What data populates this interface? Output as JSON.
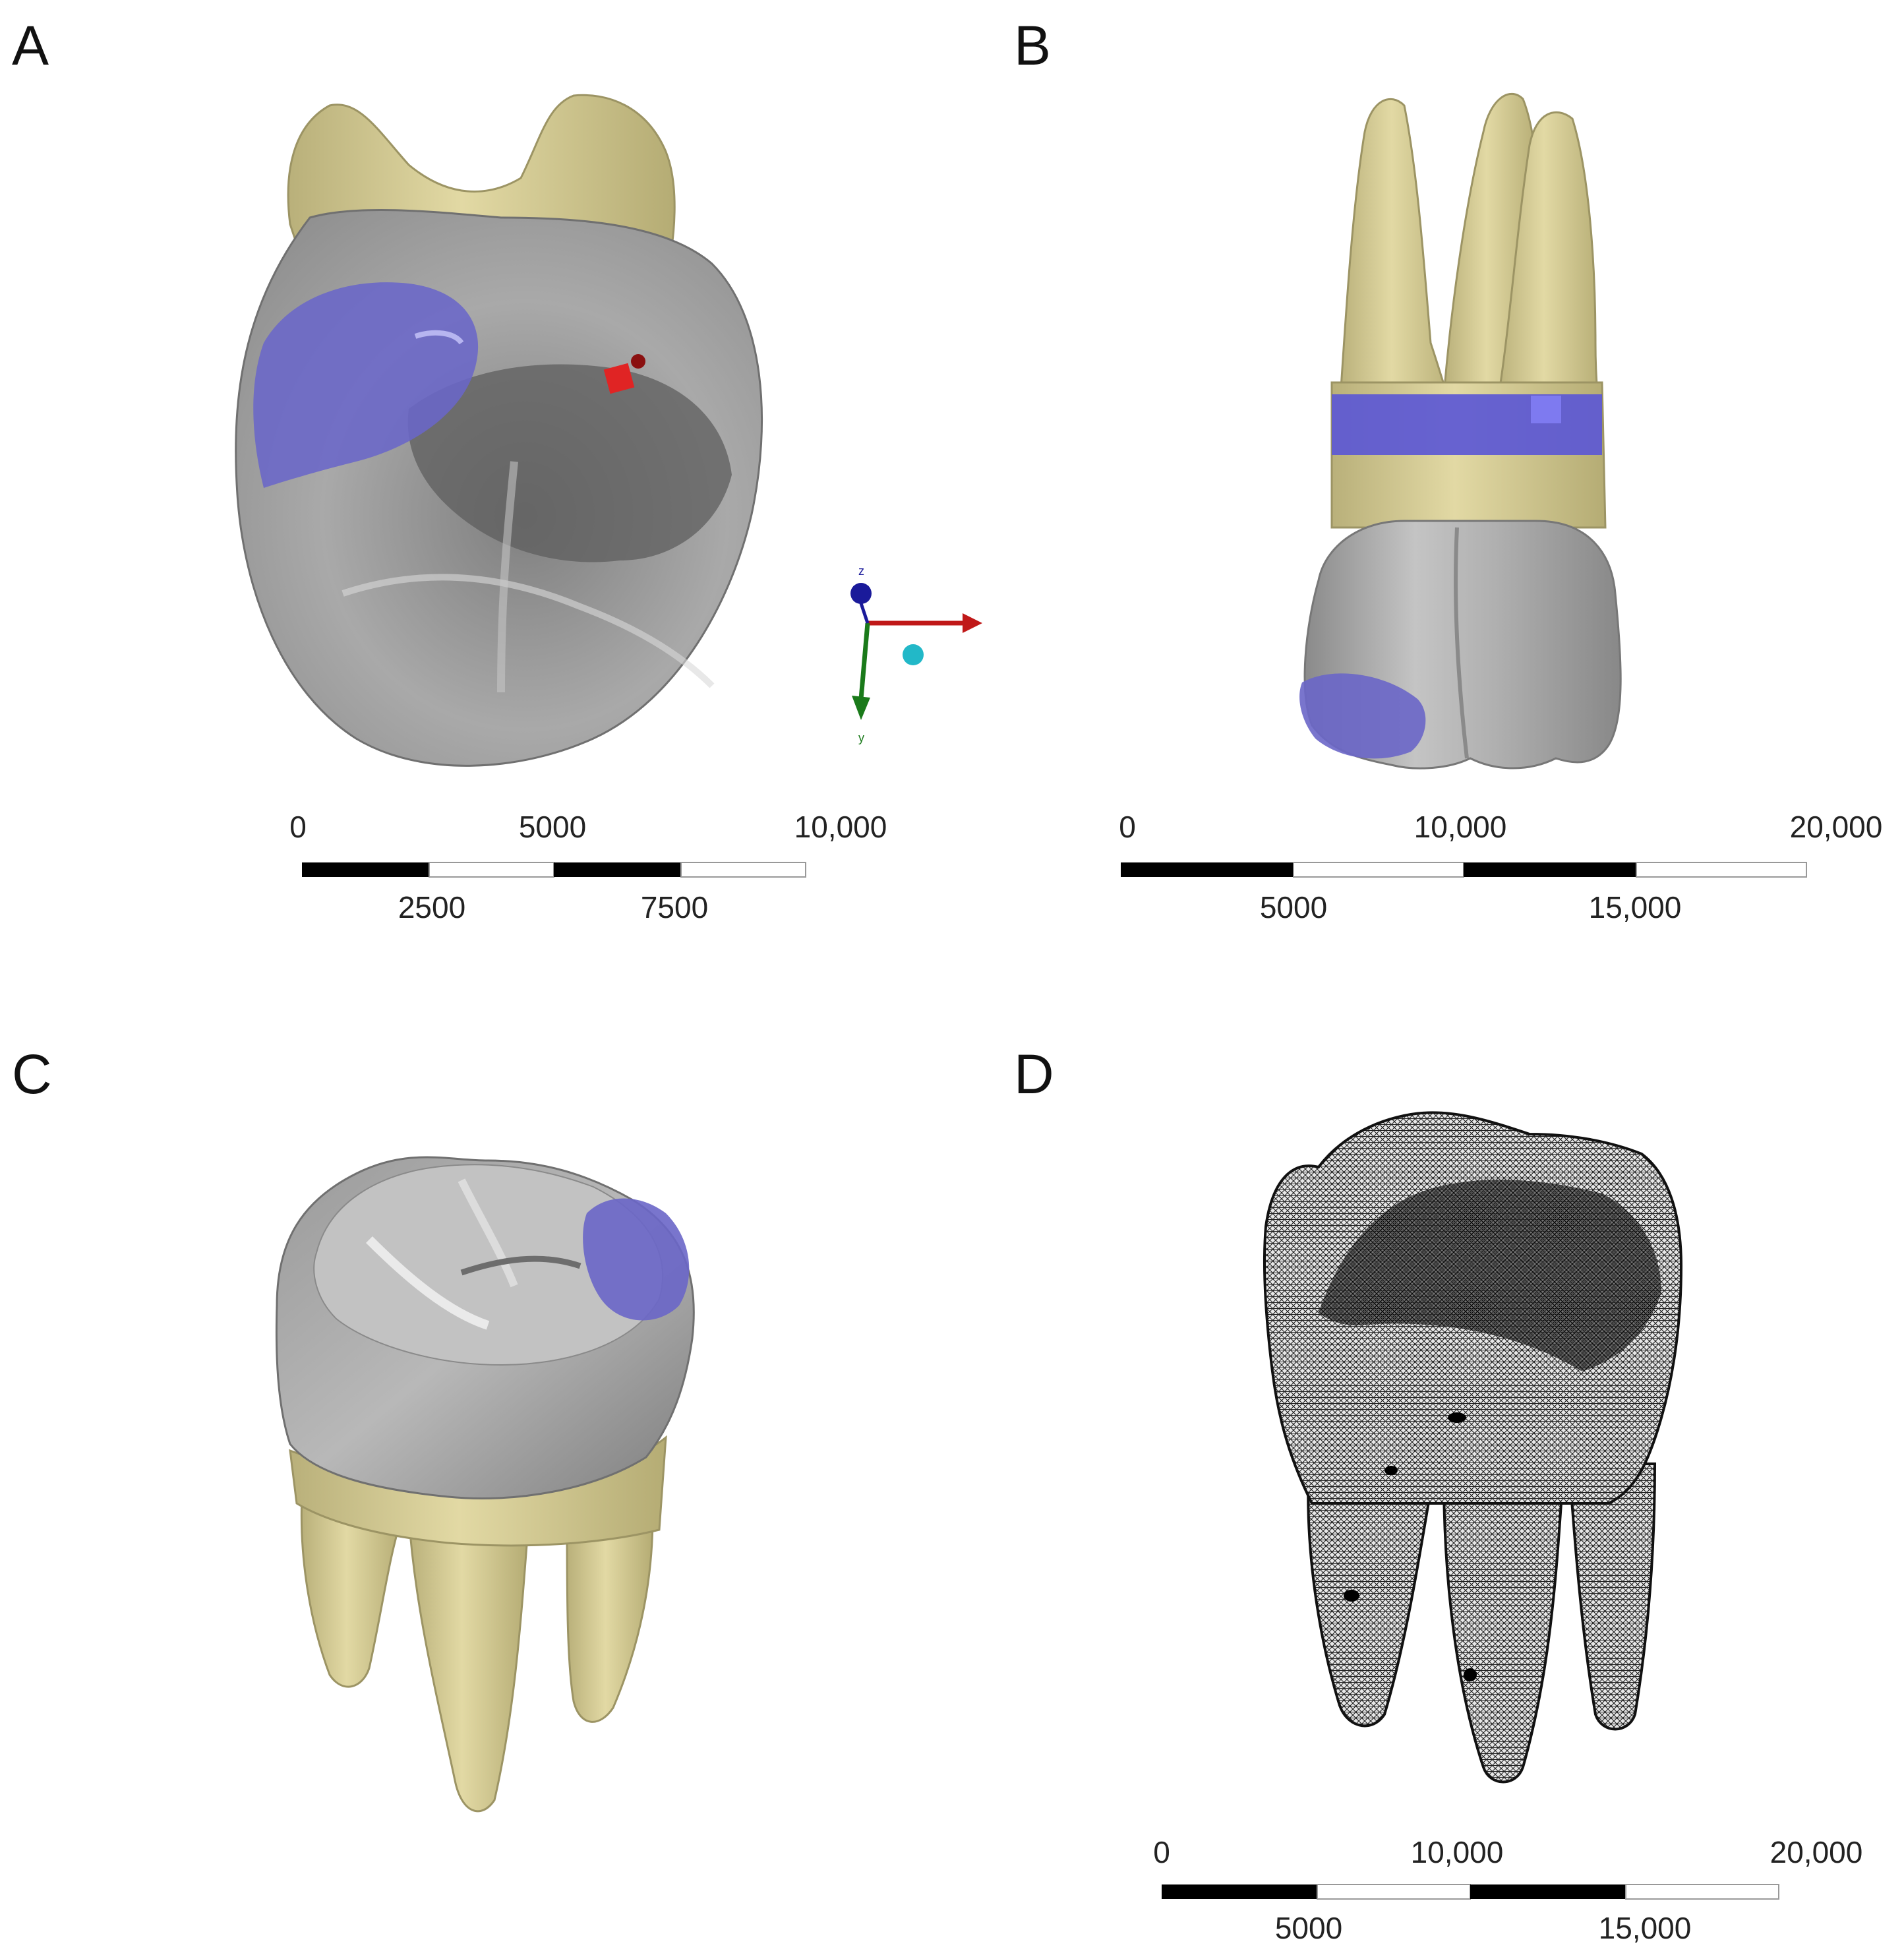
{
  "panels": {
    "A": {
      "label": "A",
      "triad": {
        "z": "z",
        "y": "y"
      },
      "scale_bar": {
        "top_labels": [
          "0",
          "5000",
          "10,000"
        ],
        "bottom_labels": [
          "2500",
          "7500"
        ]
      }
    },
    "B": {
      "label": "B",
      "scale_bar": {
        "top_labels": [
          "0",
          "10,000",
          "20,000"
        ],
        "bottom_labels": [
          "5000",
          "15,000"
        ]
      }
    },
    "C": {
      "label": "C"
    },
    "D": {
      "label": "D",
      "scale_bar": {
        "top_labels": [
          "0",
          "10,000",
          "20,000"
        ],
        "bottom_labels": [
          "5000",
          "15,000"
        ]
      }
    }
  },
  "colors": {
    "crown_gray": "#a8a8a8",
    "root_tan": "#d8cf98",
    "contact_blue": "#6a66c8",
    "load_red": "#e02424",
    "axis_x": "#c01818",
    "axis_y": "#1a7a1a",
    "axis_z": "#1a1a9a",
    "origin_cyan": "#22b8c8",
    "mesh_black": "#000000"
  }
}
